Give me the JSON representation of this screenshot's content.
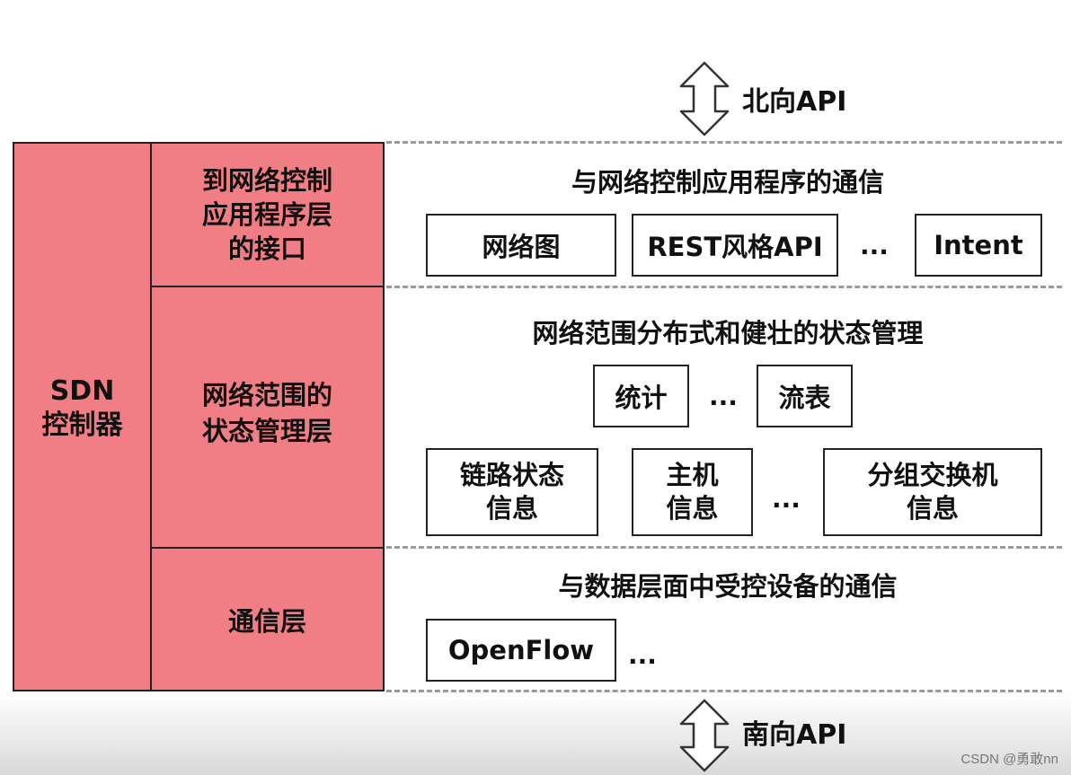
{
  "north": {
    "label": "北向API"
  },
  "south": {
    "label": "南向API"
  },
  "controller": {
    "label": "SDN\n控制器"
  },
  "layers": {
    "interface": "到网络控制\n应用程序层\n的接口",
    "state": "网络范围的\n状态管理层",
    "comm": "通信层"
  },
  "sections": {
    "app_comm": {
      "title": "与网络控制应用程序的通信",
      "items": [
        "网络图",
        "REST风格API",
        "Intent"
      ],
      "ellipsis": "..."
    },
    "state_mgmt": {
      "title": "网络范围分布式和健壮的状态管理",
      "row1": [
        "统计",
        "流表"
      ],
      "row1_ellipsis": "...",
      "row2": [
        "链路状态\n信息",
        "主机\n信息",
        "分组交换机\n信息"
      ],
      "row2_ellipsis": "..."
    },
    "device_comm": {
      "title": "与数据层面中受控设备的通信",
      "items": [
        "OpenFlow"
      ],
      "ellipsis": "..."
    }
  },
  "watermark": "CSDN @勇敢nn",
  "colors": {
    "layer_fill": "#f07e84",
    "border": "#222222",
    "dash": "#9a9a9a"
  }
}
